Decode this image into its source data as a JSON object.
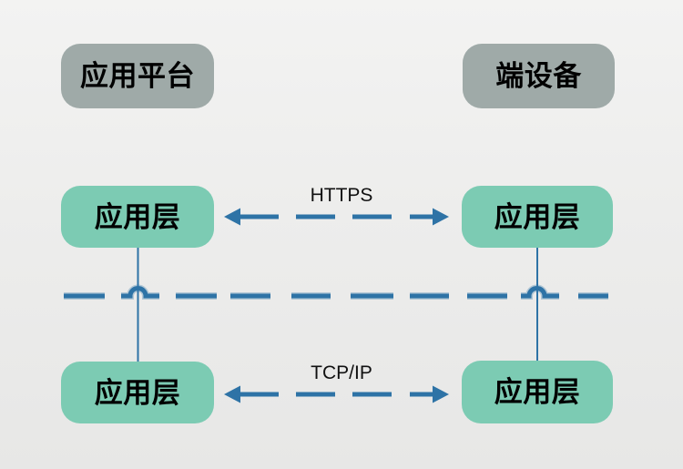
{
  "colors": {
    "background_top": "#f3f3f2",
    "background_bottom": "#e7e7e6",
    "header_box": "#9faaa8",
    "layer_box": "#7ccbb3",
    "connector": "#2e73a6",
    "text": "#000000"
  },
  "headers": {
    "left": {
      "label": "应用平台"
    },
    "right": {
      "label": "端设备"
    }
  },
  "layer_boxes": [
    {
      "id": "layer-left-upper",
      "label": "应用层"
    },
    {
      "id": "layer-right-upper",
      "label": "应用层"
    },
    {
      "id": "layer-left-lower",
      "label": "应用层"
    },
    {
      "id": "layer-right-lower",
      "label": "应用层"
    }
  ],
  "links": [
    {
      "id": "https",
      "label": "HTTPS",
      "style": "dashed-double-arrow"
    },
    {
      "id": "tcpip",
      "label": "TCP/IP",
      "style": "dashed-double-arrow"
    }
  ]
}
